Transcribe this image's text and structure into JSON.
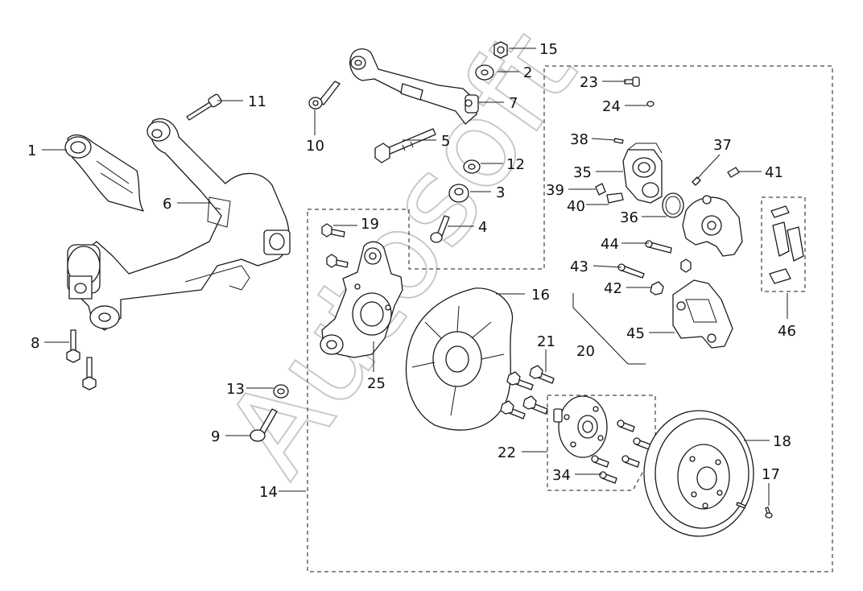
{
  "watermark": "Autosoft",
  "labels": {
    "l1": "1",
    "l2": "2",
    "l3": "3",
    "l4": "4",
    "l5": "5",
    "l6": "6",
    "l7": "7",
    "l8": "8",
    "l9": "9",
    "l10": "10",
    "l11": "11",
    "l12": "12",
    "l13": "13",
    "l14": "14",
    "l15": "15",
    "l16": "16",
    "l17": "17",
    "l18": "18",
    "l19": "19",
    "l20": "20",
    "l21": "21",
    "l22": "22",
    "l23": "23",
    "l24": "24",
    "l25": "25",
    "l34": "34",
    "l35": "35",
    "l36": "36",
    "l37": "37",
    "l38": "38",
    "l39": "39",
    "l40": "40",
    "l41": "41",
    "l42": "42",
    "l43": "43",
    "l44": "44",
    "l45": "45",
    "l46": "46"
  },
  "colors": {
    "line": "#1a1a1a",
    "watermark": "#c8c8c8",
    "background": "#ffffff"
  }
}
